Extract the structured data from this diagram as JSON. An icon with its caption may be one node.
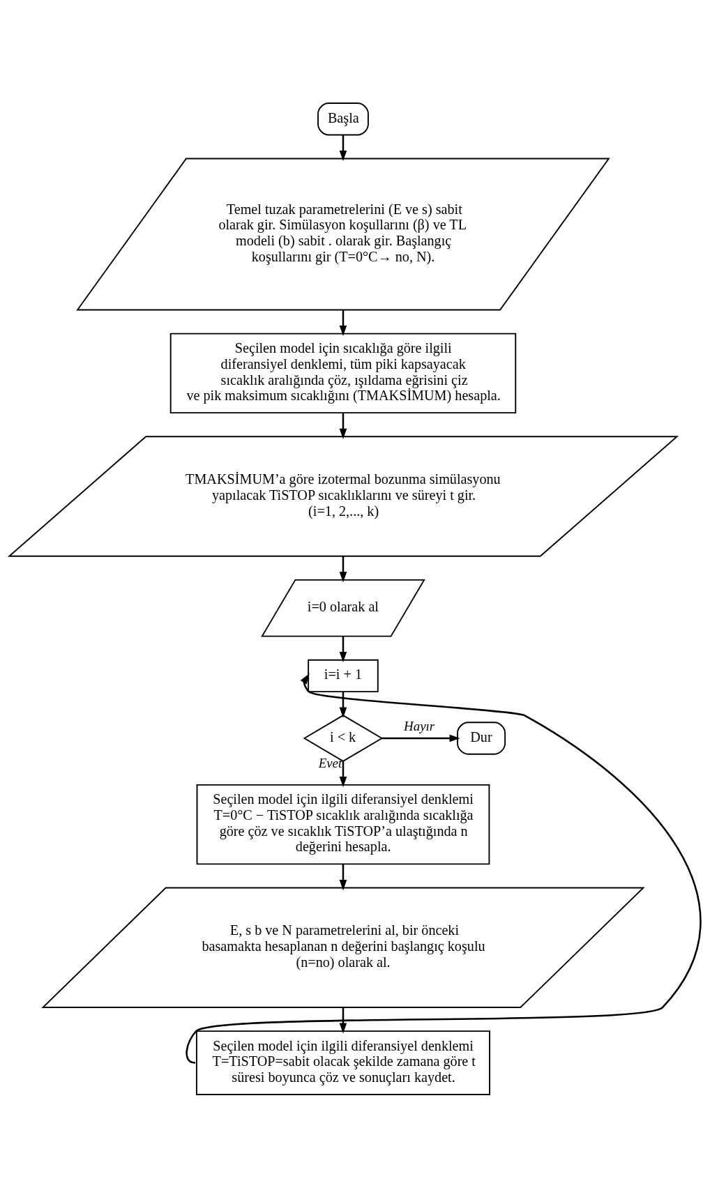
{
  "diagram": {
    "nodes": [
      {
        "text": [
          "Başla"
        ]
      },
      {
        "text": [
          "Temel tuzak parametrelerini (E ve s) sabit olarak gir. Simülasyon koşullarını (β) ve TL modeli (b) sabit . olarak gir. Başlangıç koşullarını gir (T=0°C→ no, N)."
        ]
      },
      {
        "text": [
          "Seçilen model için sıcaklığa göre ilgili diferansiyel denklemi, tüm piki kapsayacak sıcaklık aralığında çöz, ışıldama eğrisini çiz ve pik maksimum sıcaklığını (TMAKSİMUM) hesapla."
        ]
      },
      {
        "text": [
          "TMAKSİMUM’a göre izotermal bozunma simülasyonu yapılacak TiSTOP sıcaklıklarını ve süreyi t gir. (i=1, 2,..., k)"
        ]
      },
      {
        "text": [
          "i=0 olarak al"
        ]
      },
      {
        "text": [
          "i=i + 1"
        ]
      },
      {
        "text": [
          "i < k"
        ]
      },
      {
        "text": [
          "Dur"
        ]
      },
      {
        "text": [
          "Seçilen model için ilgili diferansiyel denklemi T=0°C − TiSTOP sıcaklık aralığında sıcaklığa göre çöz ve sıcaklık TiSTOP’a ulaştığında n değerini hesapla."
        ]
      },
      {
        "text": [
          "E, s b ve N parametrelerini al, bir önceki basamakta hesaplanan n değerini başlangıç koşulu (n=no) olarak al."
        ]
      },
      {
        "text": [
          "Seçilen model için ilgili diferansiyel denklemi T=TiSTOP=sabit olacak şekilde zamana göre t süresi boyunca çöz ve sonuçları kaydet."
        ]
      }
    ],
    "edges": [
      {
        "from": 0,
        "to": 1,
        "arrow": "to"
      },
      {
        "from": 1,
        "to": 2,
        "arrow": "to"
      },
      {
        "from": 2,
        "to": 3,
        "arrow": "to"
      },
      {
        "from": 3,
        "to": 4,
        "arrow": "to"
      },
      {
        "from": 4,
        "to": 5,
        "arrow": "to"
      },
      {
        "from": 5,
        "to": 6,
        "arrow": "to"
      },
      {
        "from": 6,
        "to": 7,
        "label": "Hayır",
        "arrow": "to"
      },
      {
        "from": 6,
        "to": 8,
        "label": "Evet",
        "arrow": "to"
      },
      {
        "from": 8,
        "to": 9,
        "arrow": "to"
      },
      {
        "from": 9,
        "to": 10,
        "arrow": "to"
      },
      {
        "from": 10,
        "to": 5,
        "arrow": "to"
      }
    ]
  }
}
